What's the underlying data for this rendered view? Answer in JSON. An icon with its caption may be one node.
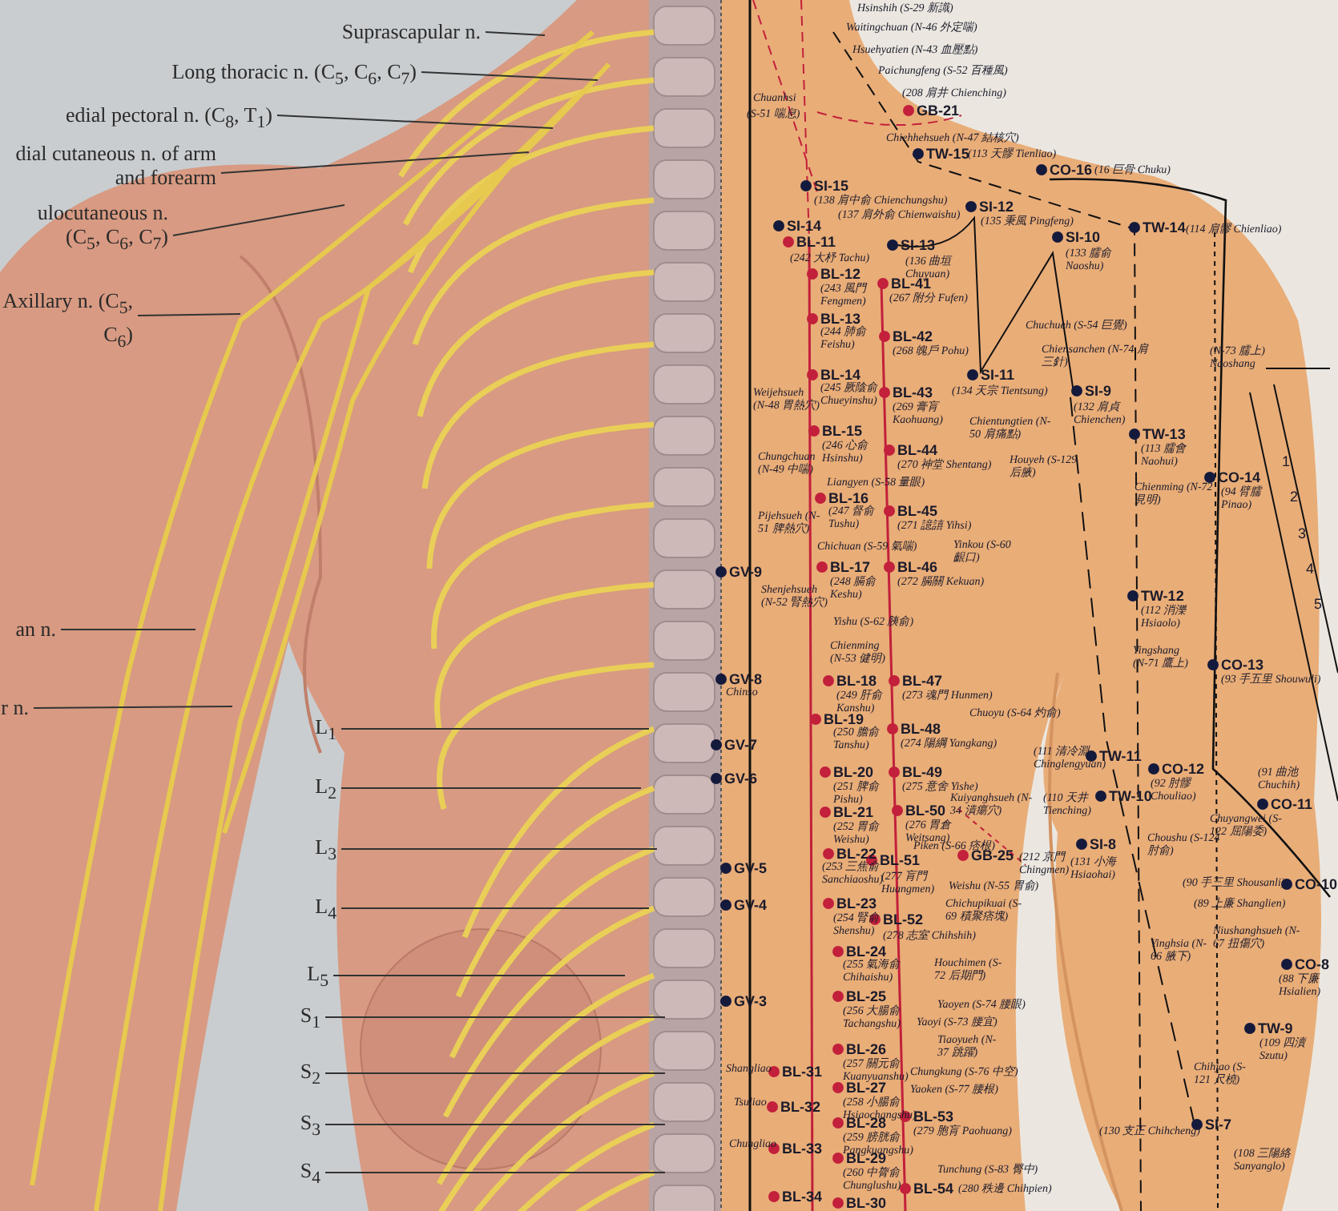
{
  "diagram": {
    "nodes": [
      {
        "text": [
          "Suprascapular n."
        ]
      },
      {
        "text": [
          "Long thoracic n. (C$_{5}$, C$_{6}$, C$_{7}$)"
        ]
      },
      {
        "text": [
          "edial pectoral n. (C$_{8}$, T$_{1}$)"
        ]
      },
      {
        "text": [
          "dial cutaneous n. of arm and forearm"
        ]
      },
      {
        "text": [
          "ulocutaneous n. (C$_{5}$, C$_{6}$, C$_{7}$)"
        ]
      },
      {
        "text": [
          "Axillary n. (C$_{5}$, C$_{6}$)"
        ]
      },
      {
        "text": [
          "an n."
        ]
      },
      {
        "text": [
          "r n."
        ]
      },
      {
        "text": [
          "L$_{1}$"
        ]
      },
      {
        "text": [
          "L$_{2}$"
        ]
      },
      {
        "text": [
          "L$_{3}$"
        ]
      },
      {
        "text": [
          "L$_{4}$"
        ]
      },
      {
        "text": [
          "L$_{5}$"
        ]
      },
      {
        "text": [
          "S$_{1}$"
        ]
      },
      {
        "text": [
          "S$_{2}$"
        ]
      },
      {
        "text": [
          "S$_{3}$"
        ]
      },
      {
        "text": [
          "S$_{4}$"
        ]
      }
    ],
    "edges": [
      {
        "from": 0,
        "to": null,
        "arrow": "none"
      },
      {
        "from": 1,
        "to": null,
        "arrow": "none"
      },
      {
        "from": 2,
        "to": null,
        "arrow": "none"
      },
      {
        "from": 3,
        "to": null,
        "arrow": "none"
      },
      {
        "from": 4,
        "to": null,
        "arrow": "none"
      },
      {
        "from": 5,
        "to": null,
        "arrow": "none"
      },
      {
        "from": 6,
        "to": null,
        "arrow": "none"
      },
      {
        "from": 7,
        "to": null,
        "arrow": "none"
      },
      {
        "from": 8,
        "to": null,
        "arrow": "none"
      },
      {
        "from": 9,
        "to": null,
        "arrow": "none"
      },
      {
        "from": 10,
        "to": null,
        "arrow": "none"
      },
      {
        "from": 11,
        "to": null,
        "arrow": "none"
      },
      {
        "from": 12,
        "to": null,
        "arrow": "none"
      },
      {
        "from": 13,
        "to": null,
        "arrow": "none"
      },
      {
        "from": 14,
        "to": null,
        "arrow": "none"
      },
      {
        "from": 15,
        "to": null,
        "arrow": "none"
      },
      {
        "from": 16,
        "to": null,
        "arrow": "none"
      }
    ],
    "labels": [
      "Hsinshih (S-29 新識)",
      "Waitingchuan (N-46 外定喘)",
      "Hsuehyatien (N-43 血壓點)",
      "Paichungfeng (S-52 百種風)",
      "(208 肩井 Chienching)",
      "Chuanhsi",
      "(S-51 喘息)",
      "GB-21",
      "Chiehhehsueh (N-47 結核穴)",
      "TW-15",
      "(113 天髎 Tienliao)",
      "CO-16",
      "(16 巨骨 Chuku)",
      "SI-15",
      "(138 肩中俞 Chienchungshu)",
      "(137 肩外俞 Chienwaishu)",
      "SI-12",
      "(135 秉風 Pingfeng)",
      "TW-14",
      "(114 肩髎 Chienliao)",
      "SI-14",
      "BL-11",
      "SI-13",
      "(242 大杼 Tachu)",
      "(136 曲垣 Chuyuan)",
      "SI-10",
      "(133 臑俞 Naoshu)",
      "BL-12",
      "(243 風門 Fengmen)",
      "BL-41",
      "(267 附分 Fufen)",
      "BL-13",
      "(244 肺俞 Feishu)",
      "Chuchueh (S-54 巨覺)",
      "BL-42",
      "(268 魄戶 Pohu)",
      "Chiensanchen (N-74 肩三針)",
      "(N-73 臑上) Naoshang",
      "BL-14",
      "(245 厥陰俞 Chueyinshu)",
      "Weijehsueh (N-48 胃熱穴)",
      "SI-11",
      "(134 天宗 Tientsung)",
      "SI-9",
      "(132 肩貞 Chienchen)",
      "BL-43",
      "(269 膏肓 Kaohuang)",
      "Chientungtien (N-50 肩痛點)",
      "BL-15",
      "(246 心俞 Hsinshu)",
      "BL-44",
      "(270 神堂 Shentang)",
      "Chungchuan (N-49 中喘)",
      "TW-13",
      "(113 臑會 Naohui)",
      "Houyeh (S-129 后腋)",
      "CO-14",
      "(94 臂臑 Pinao)",
      "Chienming (N-72 見明)",
      "Liangyen (S-58 量眼)",
      "BL-16",
      "(247 督俞 Tushu)",
      "BL-45",
      "(271 譩譆 Yihsi)",
      "Pijehsueh (N-51 脾熱穴)",
      "Chichuan (S-59 氣喘)",
      "Yinkou (S-60 齦口)",
      "BL-17",
      "(248 膈俞 Keshu)",
      "BL-46",
      "(272 膈關 Kekuan)",
      "Shenjehsueh (N-52 腎熱穴)",
      "TW-12",
      "(112 消濼 Hsiaolo)",
      "Yishu (S-62 胰俞)",
      "Chienming (N-53 健明)",
      "Yingshang (N-71 鷹上)",
      "CO-13",
      "(93 手五里 Shouwuli)",
      "GV-9",
      "GV-8",
      "Chinso",
      "BL-18",
      "(249 肝俞 Kanshu)",
      "BL-47",
      "(273 魂門 Hunmen)",
      "Chuoyu (S-64 灼俞)",
      "BL-19",
      "(250 膽俞 Tanshu)",
      "BL-48",
      "(274 陽綱 Yangkang)",
      "GV-7",
      "(111 清冷淵 Chinglengyuan)",
      "TW-11",
      "CO-12",
      "(92 肘髎 Chouliao)",
      "(91 曲池 Chuchih)",
      "BL-20",
      "(251 脾俞 Pishu)",
      "BL-49",
      "(275 意舍 Yishe)",
      "GV-6",
      "Kuiyanghsueh (N-34 潰瘍穴)",
      "(110 天井 Tienching)",
      "TW-10",
      "CO-11",
      "BL-21",
      "(252 胃俞 Weishu)",
      "BL-50",
      "(276 胃倉 Weitsang)",
      "Chuyangwei (S-122 屈陽委)",
      "Choushu (S-124 肘俞)",
      "SI-8",
      "(131 小海 Hsiaohai)",
      "Piken (S-66 痞根)",
      "GB-25",
      "(212 京門 Chingmen)",
      "BL-22",
      "(253 三焦俞 Sanchiaoshu)",
      "BL-51",
      "(277 肓門 Huangmen)",
      "GV-5",
      "Weishu (N-55 胃俞)",
      "(90 手三里 Shousanli)",
      "CO-10",
      "(89 上廉 Shanglien)",
      "BL-23",
      "(254 腎俞 Shenshu)",
      "BL-52",
      "(278 志室 Chihshih)",
      "Chichupikuai (S-69 積聚痞塊)",
      "GV-4",
      "Niushanghsueh (N-67 扭傷穴)",
      "Yinghsia (N-66 腋下)",
      "CO-8",
      "(88 下廉 Hsialien)",
      "BL-24",
      "(255 氣海俞 Chihaishu)",
      "Houchimen (S-72 后期門)",
      "GV-3",
      "BL-25",
      "(256 大腸俞 Tachangshu)",
      "Yaoyen (S-74 腰眼)",
      "Yaoyi (S-73 腰宜)",
      "TW-9",
      "(109 四瀆 Szutu)",
      "Tiaoyueh (N-37 跳躍)",
      "BL-26",
      "(257 關元俞 Kuanyuanshu)",
      "Chihjao (S-121 尺橈)",
      "Chungkung (S-76 中空)",
      "Yaoken (S-77 腰根)",
      "Shangliao",
      "BL-31",
      "BL-27",
      "(258 小腸俞 Hsiaochangshu)",
      "Tsuliao",
      "BL-32",
      "BL-28",
      "(259 膀胱俞 Pangkuangshu)",
      "BL-53",
      "(279 胞肓 Paohuang)",
      "(130 支正 Chihcheng)",
      "SI-7",
      "(108 三陽絡 Sanyanglo)",
      "Chungliao",
      "BL-33",
      "BL-29",
      "(260 中膂俞 Chunglushu)",
      "Tunchung (S-83 臀中)",
      "BL-54",
      "(280 秩邊 Chihpien)",
      "BL-30",
      "BL-34",
      "1",
      "2",
      "3",
      "4",
      "5"
    ]
  }
}
